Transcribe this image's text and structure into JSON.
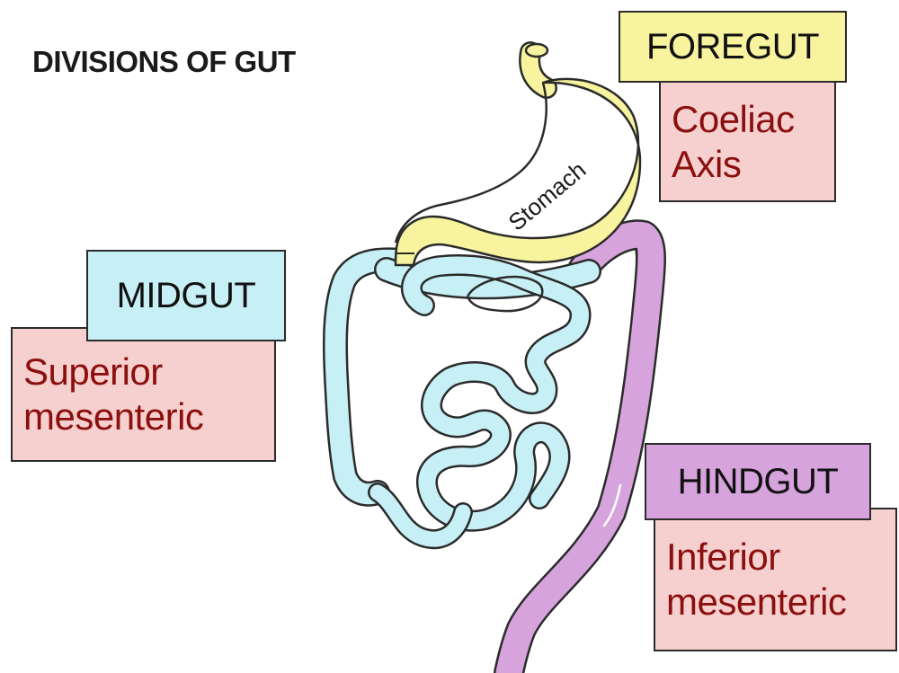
{
  "title": "DIVISIONS OF GUT",
  "organ_label": "Stomach",
  "regions": {
    "foregut": {
      "label": "FOREGUT",
      "artery_line1": "Coeliac",
      "artery_line2": "Axis"
    },
    "midgut": {
      "label": "MIDGUT",
      "artery_line1": "Superior",
      "artery_line2": "mesenteric"
    },
    "hindgut": {
      "label": "HINDGUT",
      "artery_line1": "Inferior",
      "artery_line2": "mesenteric"
    }
  },
  "colors": {
    "foregut": "#f8f39e",
    "midgut": "#c7f0f6",
    "hindgut": "#d6a3dc",
    "artery_box": "#f6d0cf",
    "artery_text": "#8b0f0f",
    "outline": "#2b2b2b"
  }
}
